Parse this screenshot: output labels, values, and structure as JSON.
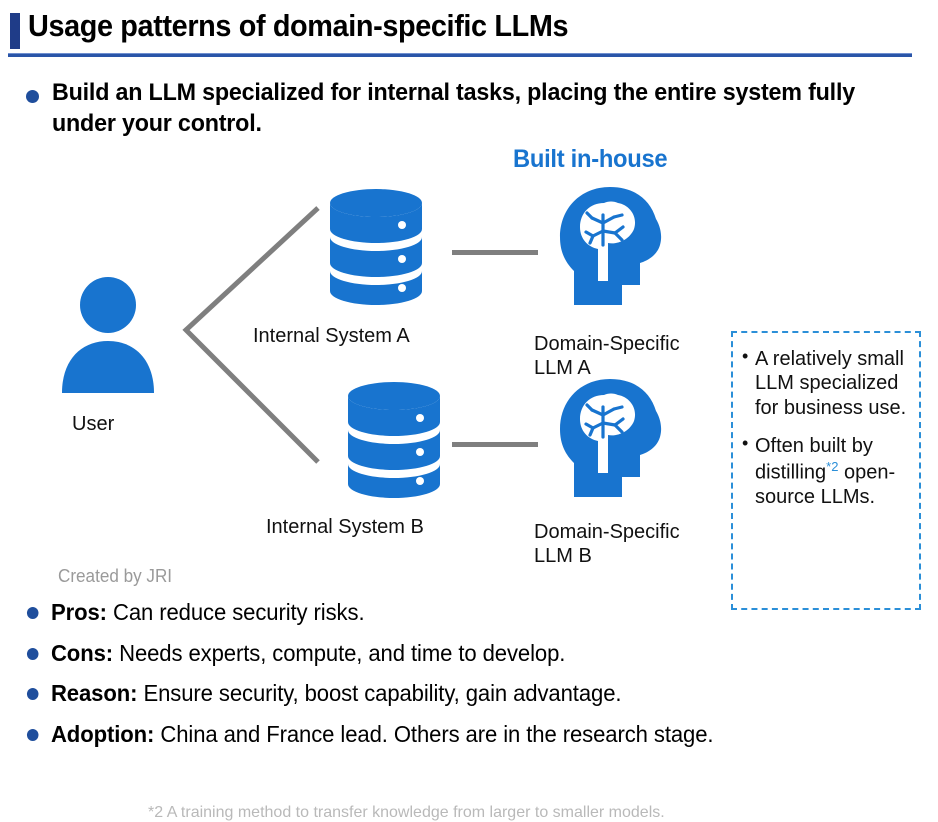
{
  "slide": {
    "title": "Usage patterns of domain-specific LLMs",
    "lead_bullet": "Build an LLM specialized for internal tasks, placing the entire system fully under your control.",
    "credit": "Created by JRI"
  },
  "colors": {
    "title_bar": "#1F3C88",
    "title_underline": "#2A55A8",
    "icon_blue": "#1874CF",
    "bullet_navy": "#1F4E9C",
    "callout_border": "#2B8FD8",
    "connector_gray": "#7F7F7F",
    "credit_gray": "#9A9A9A"
  },
  "diagram": {
    "heading": "Built in-house",
    "nodes": {
      "user": "User",
      "system_a": "Internal System A",
      "system_b": "Internal System B",
      "llm_a": "Domain-Specific LLM A",
      "llm_b": "Domain-Specific LLM B"
    },
    "node_label_lines": {
      "llm_a_line1": "Domain-Specific",
      "llm_a_line2": "LLM A",
      "llm_b_line1": "Domain-Specific",
      "llm_b_line2": "LLM B"
    },
    "icons": {
      "user": "user-icon",
      "database": "database-icon",
      "llm": "brain-head-icon"
    },
    "callout": {
      "items": [
        "A relatively small LLM specialized for business use.",
        "Often built by distilling open-source LLMs."
      ],
      "item2_before_ref": "Often built by distilling",
      "item2_ref": "*2",
      "item2_after_ref": "open-source LLMs."
    }
  },
  "summary_bullets": [
    {
      "key": "Pros:",
      "text": "Can reduce security risks."
    },
    {
      "key": "Cons:",
      "text": "Needs experts, compute, and time to develop."
    },
    {
      "key": "Reason:",
      "text": "Ensure security, boost capability, gain advantage."
    },
    {
      "key": "Adoption:",
      "text": "China and France lead. Others are in the research stage."
    }
  ],
  "footnote": "*2 A training method to transfer knowledge from larger to smaller models."
}
